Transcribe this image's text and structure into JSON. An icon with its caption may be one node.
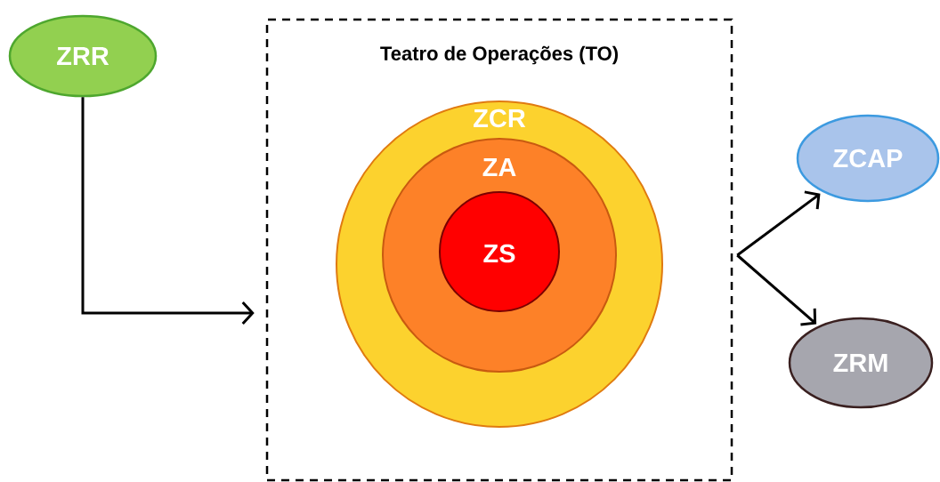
{
  "diagram": {
    "nodes": [
      {
        "text": [
          "Teatro de Operações (TO)"
        ]
      },
      {
        "text": [
          "ZCR"
        ],
        "in": 0
      },
      {
        "text": [
          "ZA"
        ],
        "in": 1
      },
      {
        "text": [
          "ZS"
        ],
        "in": 2
      },
      {
        "text": [
          "ZRR"
        ]
      },
      {
        "text": [
          "ZCAP"
        ]
      },
      {
        "text": [
          "ZRM"
        ]
      }
    ],
    "edges": [
      {
        "from": 4,
        "to": 0,
        "arrow": "to"
      },
      {
        "from": 0,
        "to": 5,
        "arrow": "to"
      },
      {
        "from": 0,
        "to": 6,
        "arrow": "to"
      }
    ]
  }
}
